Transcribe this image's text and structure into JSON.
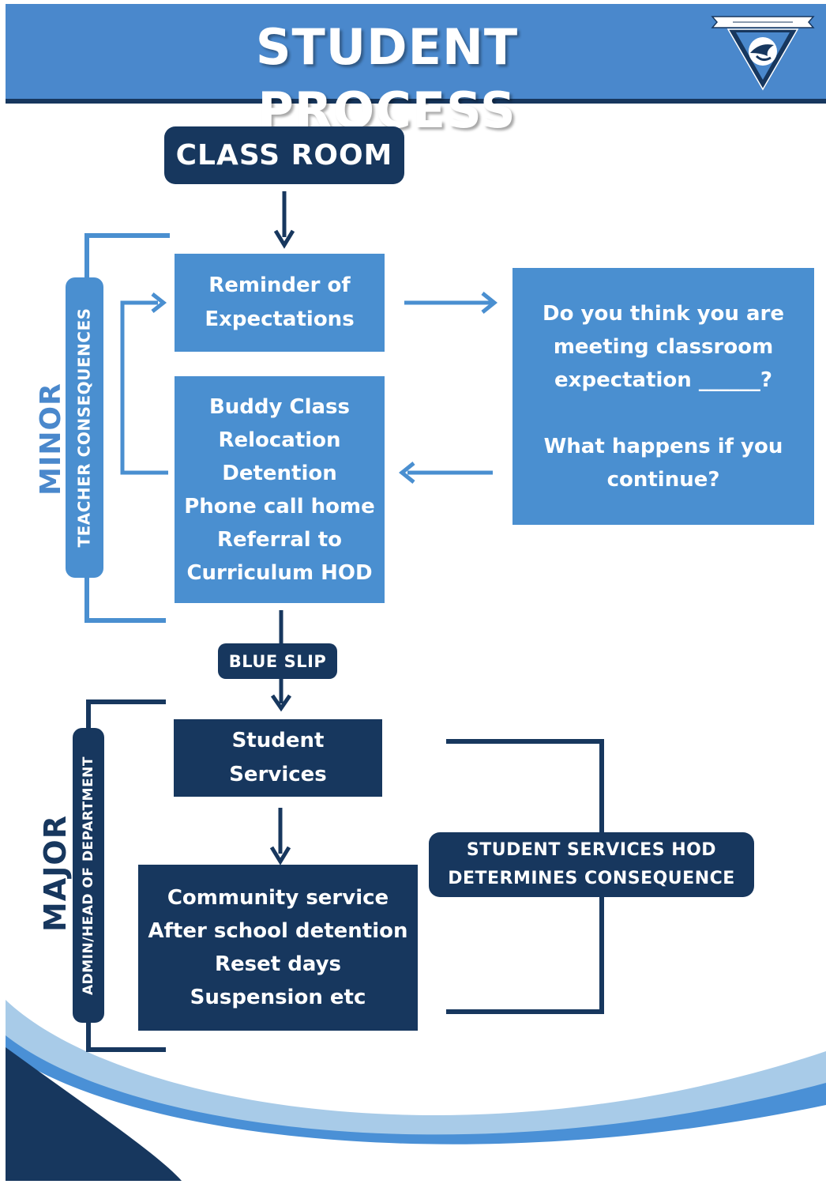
{
  "header": {
    "title": "STUDENT PROCESS"
  },
  "logo": {
    "icon": "school-crest-icon"
  },
  "flow": {
    "classroom": "CLASS ROOM",
    "reminder": [
      "Reminder of",
      "Expectations"
    ],
    "minor_consequences": [
      "Buddy Class",
      "Relocation",
      "Detention",
      "Phone call home",
      "Referral to",
      "Curriculum HOD"
    ],
    "question_1": [
      "Do you think you are",
      "meeting classroom",
      "expectation ______?"
    ],
    "question_2": [
      "What happens if you",
      "continue?"
    ],
    "blue_slip": "BLUE SLIP",
    "student_services": [
      "Student",
      "Services"
    ],
    "major_consequences": [
      "Community service",
      "After school detention",
      "Reset days",
      "Suspension etc"
    ],
    "hod_note": [
      "STUDENT SERVICES HOD",
      "DETERMINES CONSEQUENCE"
    ]
  },
  "side_labels": {
    "minor": "MINOR",
    "teacher": "TEACHER CONSEQUENCES",
    "major": "MAJOR",
    "admin": "ADMIN/HEAD OF DEPARTMENT"
  },
  "colors": {
    "header_blue": "#4a88cc",
    "box_blue": "#4a8fd0",
    "navy": "#17375e",
    "light_blue": "#a8cbe8",
    "bright_blue": "#4a90d6"
  }
}
